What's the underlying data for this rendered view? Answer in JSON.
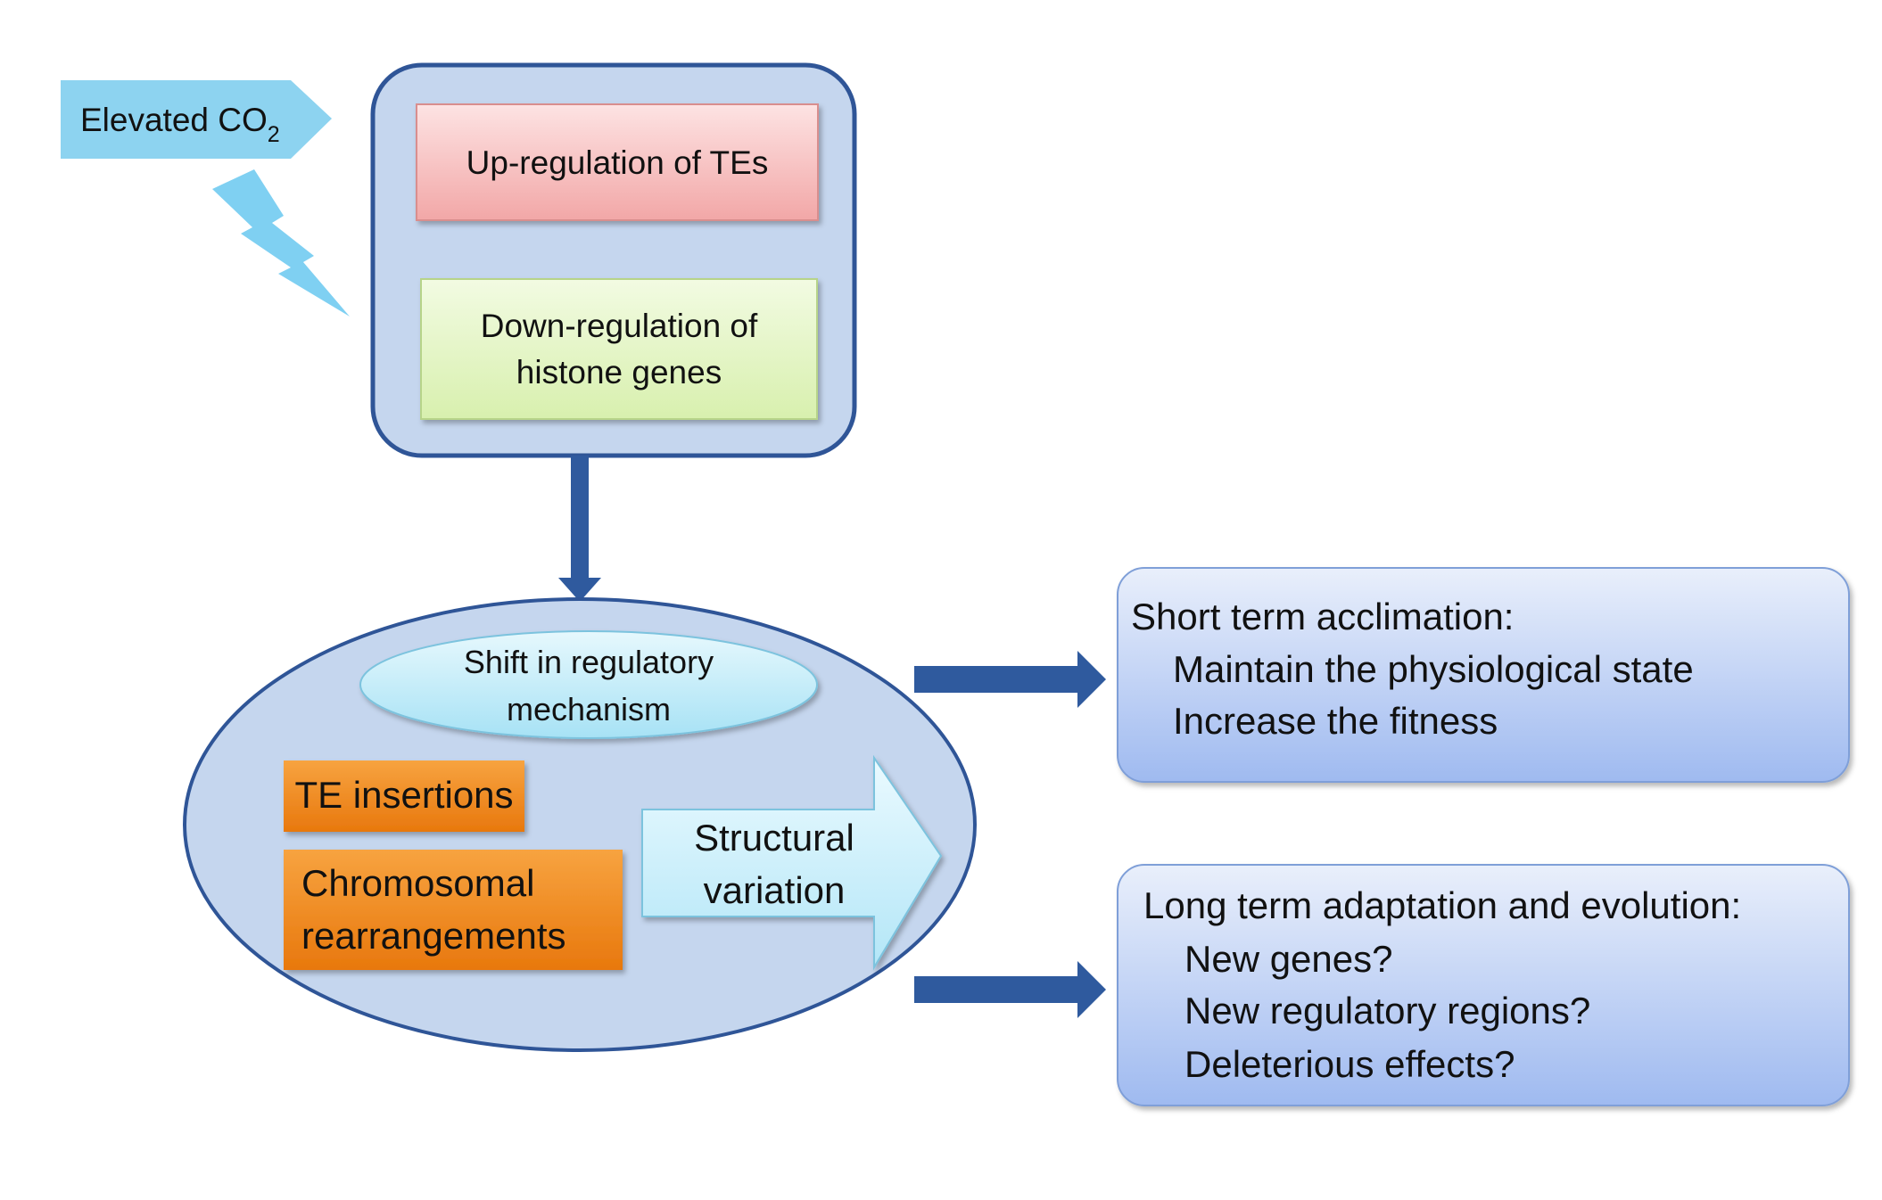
{
  "stimulus": {
    "label_main": "Elevated CO",
    "label_subscript": "2"
  },
  "top_group": {
    "upregulation": "Up-regulation of TEs",
    "downregulation_line1": "Down-regulation of",
    "downregulation_line2": "histone genes"
  },
  "ellipse_group": {
    "shift_line1": "Shift in regulatory",
    "shift_line2": "mechanism",
    "te_insertions": "TE insertions",
    "chromosomal_line1": "Chromosomal",
    "chromosomal_line2": "rearrangements",
    "structural_line1": "Structural",
    "structural_line2": "variation"
  },
  "short_term": {
    "heading": "Short term acclimation:",
    "items": [
      "Maintain the physiological state",
      "Increase the fitness"
    ]
  },
  "long_term": {
    "heading": "Long term adaptation and evolution:",
    "items": [
      "New genes?",
      "New regulatory regions?",
      "Deleterious effects?"
    ]
  },
  "colors": {
    "group_fill": "#c5d6ee",
    "group_stroke": "#2f5597",
    "up_fill": "#f4b6b6",
    "down_fill": "#e3f5c4",
    "orange": "#f08a1e",
    "cyan": "#8fd8f3",
    "navy_arrow": "#2f5a9e"
  }
}
